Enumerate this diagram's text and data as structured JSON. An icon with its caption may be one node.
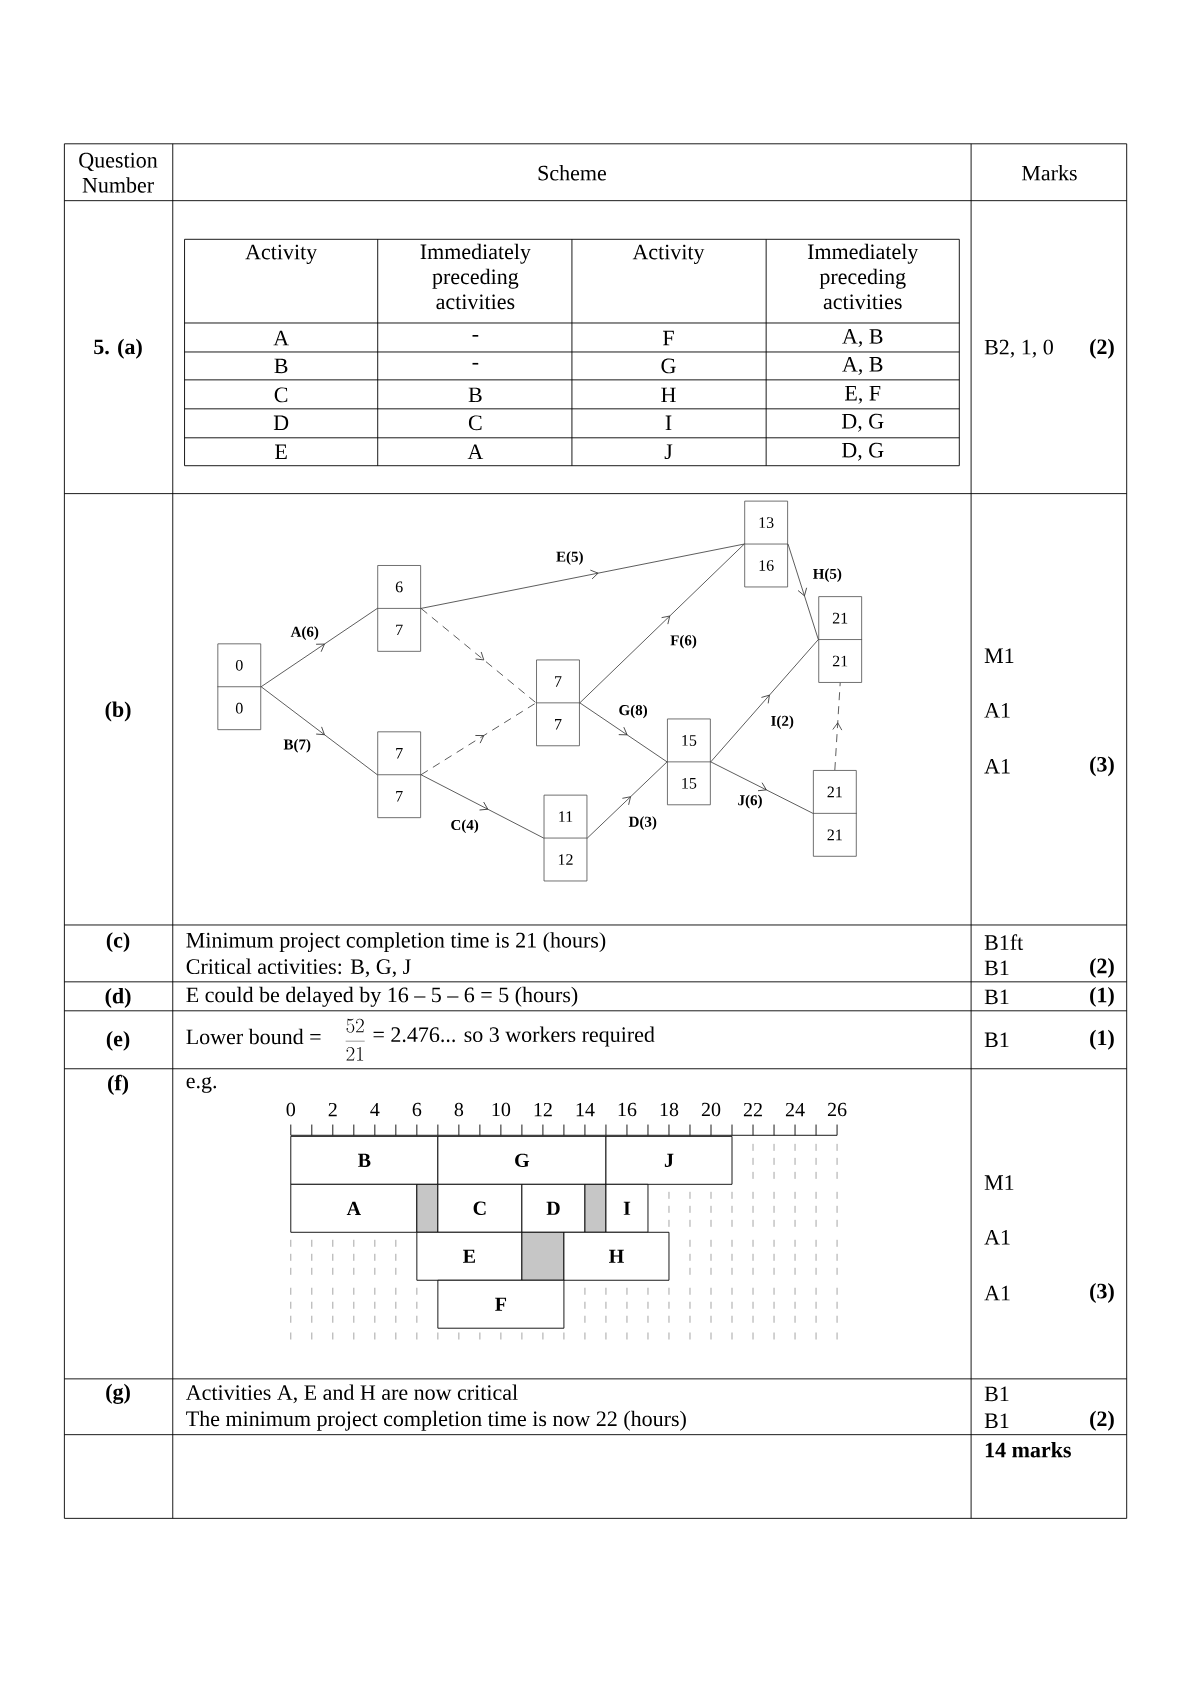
{
  "diagram": {
    "nodes": [
      {
        "text": [
          "0",
          "0"
        ]
      },
      {
        "text": [
          "6",
          "7"
        ]
      },
      {
        "text": [
          "7",
          "7"
        ]
      },
      {
        "text": [
          "7",
          "7"
        ]
      },
      {
        "text": [
          "11",
          "12"
        ]
      },
      {
        "text": [
          "13",
          "16"
        ]
      },
      {
        "text": [
          "15",
          "15"
        ]
      },
      {
        "text": [
          "21",
          "21"
        ]
      },
      {
        "text": [
          "21",
          "21"
        ]
      },
      {
        "text": [
          "B"
        ]
      },
      {
        "text": [
          "G"
        ]
      },
      {
        "text": [
          "J"
        ]
      },
      {
        "text": [
          "A"
        ]
      },
      {
        "text": [],
        "shape": "box"
      },
      {
        "text": [
          "C"
        ]
      },
      {
        "text": [
          "D"
        ]
      },
      {
        "text": [],
        "shape": "box"
      },
      {
        "text": [
          "I"
        ]
      },
      {
        "text": [
          "E"
        ]
      },
      {
        "text": [],
        "shape": "box"
      },
      {
        "text": [
          "H"
        ]
      },
      {
        "text": [
          "F"
        ]
      }
    ],
    "edges": [
      {
        "from": 0,
        "to": 1,
        "arrow": "to",
        "label": "A(6)"
      },
      {
        "from": 0,
        "to": 2,
        "arrow": "to",
        "label": "B(7)"
      },
      {
        "from": 1,
        "to": 5,
        "arrow": "to",
        "label": "E(5)"
      },
      {
        "from": 1,
        "to": 3,
        "arrow": "to",
        "style": "dashed"
      },
      {
        "from": 2,
        "to": 3,
        "arrow": "to",
        "style": "dashed"
      },
      {
        "from": 2,
        "to": 4,
        "arrow": "to",
        "label": "C(4)"
      },
      {
        "from": 3,
        "to": 5,
        "arrow": "to",
        "label": "F(6)"
      },
      {
        "from": 3,
        "to": 6,
        "arrow": "to",
        "label": "G(8)"
      },
      {
        "from": 4,
        "to": 6,
        "arrow": "to",
        "label": "D(3)"
      },
      {
        "from": 5,
        "to": 7,
        "arrow": "to",
        "label": "H(5)"
      },
      {
        "from": 6,
        "to": 7,
        "arrow": "to",
        "label": "I(2)"
      },
      {
        "from": 6,
        "to": 8,
        "arrow": "to",
        "label": "J(6)"
      },
      {
        "from": 8,
        "to": 7,
        "arrow": "to",
        "style": "dashed"
      }
    ],
    "labels": [
      "Question Number",
      "Scheme",
      "Marks",
      "5. (a)",
      "Activity",
      "Immediately preceding activities",
      "Activity",
      "Immediately preceding activities",
      "A",
      "-",
      "F",
      "A, B",
      "B",
      "-",
      "G",
      "A, B",
      "C",
      "B",
      "H",
      "E, F",
      "D",
      "C",
      "I",
      "D, G",
      "E",
      "A",
      "J",
      "D, G",
      "B2, 1, 0",
      "(2)",
      "(b)",
      "M1",
      "A1",
      "A1",
      "(3)",
      "(c)",
      "Minimum project completion time is 21 (hours)",
      "B1ft",
      "Critical activities: B, G, J",
      "B1",
      "(2)",
      "(d)",
      "E could be delayed by 16 – 5 – 6 = 5 (hours)",
      "B1",
      "(1)",
      "(e)",
      "Lower bound =",
      "\\frac{52}{21}",
      "= 2.476... so 3 workers required",
      "B1",
      "(1)",
      "(f)",
      "e.g.",
      "0",
      "2",
      "4",
      "6",
      "8",
      "10",
      "12",
      "14",
      "16",
      "18",
      "20",
      "22",
      "24",
      "26",
      "M1",
      "A1",
      "A1",
      "(3)",
      "(g)",
      "Activities A, E and H are now critical",
      "B1",
      "The minimum project completion time is now 22 (hours)",
      "B1",
      "(2)",
      "14 marks"
    ]
  }
}
